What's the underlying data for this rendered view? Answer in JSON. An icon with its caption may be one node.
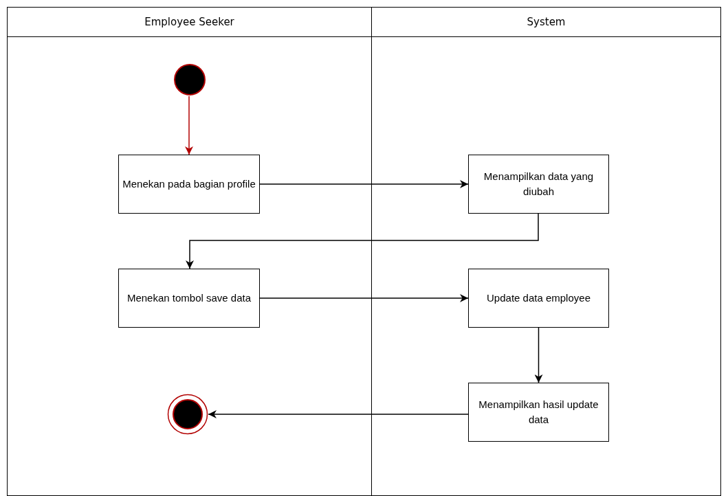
{
  "diagram": {
    "nodes": [
      {
        "text": [
          "Employee Seeker"
        ]
      },
      {
        "text": [
          "System"
        ]
      },
      {
        "text": [],
        "shape": "circle",
        "in": 0
      },
      {
        "text": [
          "Menekan pada bagian profile"
        ],
        "in": 0
      },
      {
        "text": [
          "Menampilkan data yang diubah"
        ],
        "in": 1
      },
      {
        "text": [
          "Menekan tombol save data"
        ],
        "in": 0
      },
      {
        "text": [
          "Update data employee"
        ],
        "in": 1
      },
      {
        "text": [
          "Menampilkan hasil update data"
        ],
        "in": 1
      },
      {
        "text": [],
        "shape": "circle",
        "in": 0
      }
    ],
    "edges": [
      {
        "from": 2,
        "to": 3,
        "arrow": "to",
        "color": "#b20000"
      },
      {
        "from": 3,
        "to": 4,
        "arrow": "to"
      },
      {
        "from": 4,
        "to": 5,
        "arrow": "to"
      },
      {
        "from": 5,
        "to": 6,
        "arrow": "to"
      },
      {
        "from": 6,
        "to": 7,
        "arrow": "to"
      },
      {
        "from": 7,
        "to": 8,
        "arrow": "to"
      }
    ]
  }
}
